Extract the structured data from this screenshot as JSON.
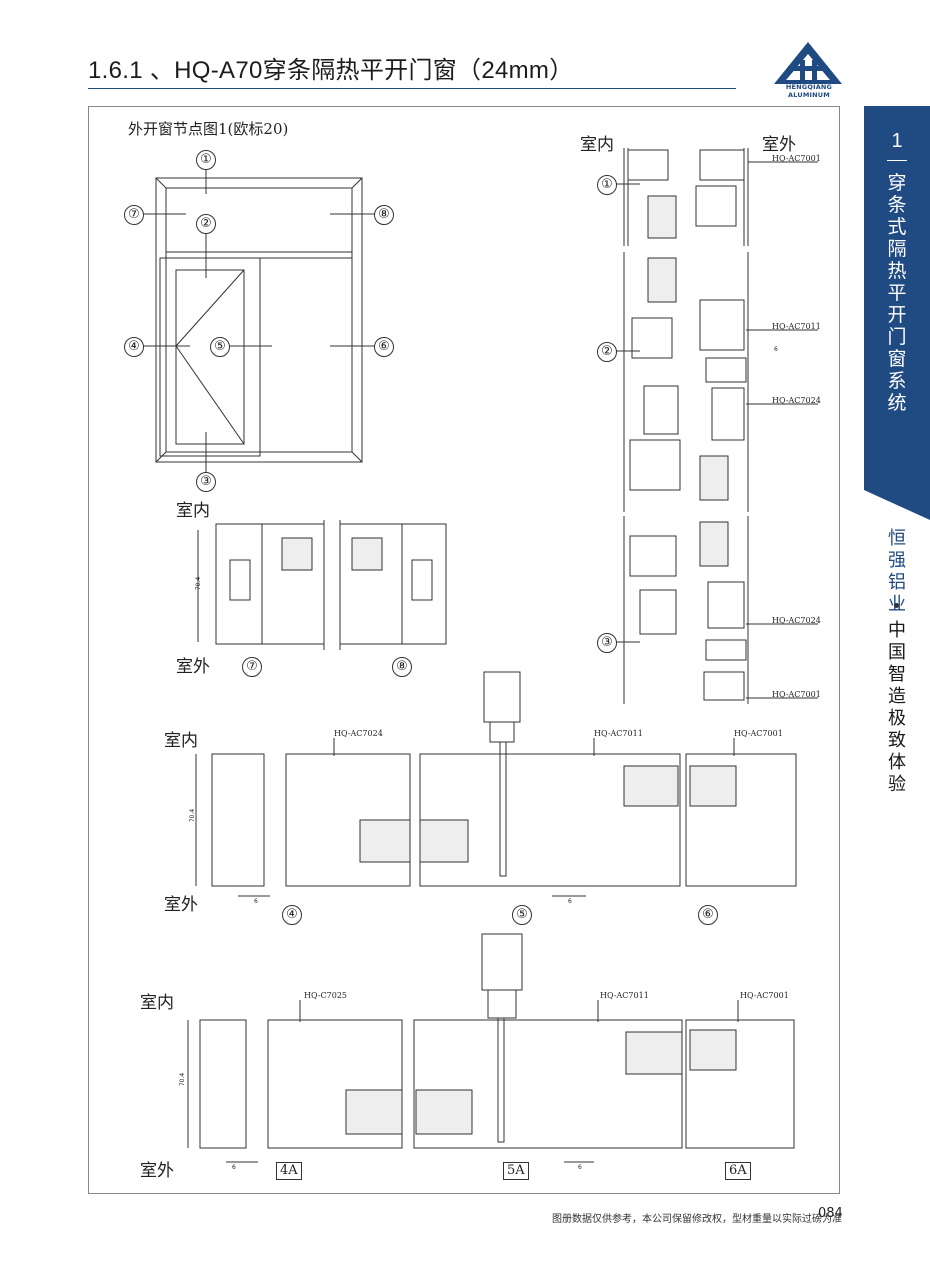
{
  "header": {
    "title": "1.6.1 、HQ-A70穿条隔热平开门窗（24mm）",
    "logo_text": "HENGQIANG ALUMINUM"
  },
  "sidebar": {
    "number": "1",
    "title": "穿条式隔热平开门窗系统",
    "slogan1": "恒强铝业",
    "slogan2": "中国智造 极致体验"
  },
  "footer": {
    "note": "图册数据仅供参考，本公司保留修改权，型材重量以实际过磅为准",
    "page": "084"
  },
  "colors": {
    "brand": "#1f4a82"
  },
  "drawing": {
    "title": "外开窗节点图1(欧标20)",
    "elevation_markers": [
      "①",
      "②",
      "③",
      "④",
      "⑤",
      "⑥",
      "⑦",
      "⑧"
    ],
    "section_markers": {
      "v1": "①",
      "v2": "②",
      "v3": "③",
      "s7": "⑦",
      "s8": "⑧",
      "h4": "④",
      "h5": "⑤",
      "h6": "⑥"
    },
    "indoor": "室内",
    "outdoor": "室外",
    "codes": {
      "ac7001": "HQ-AC7001",
      "ac7011": "HQ-AC7011",
      "ac7024": "HQ-AC7024",
      "c7025": "HQ-C7025"
    },
    "dims": {
      "d704": "70.4",
      "d6": "6"
    },
    "boxed": {
      "a4": "4A",
      "a5": "5A",
      "a6": "6A"
    }
  }
}
